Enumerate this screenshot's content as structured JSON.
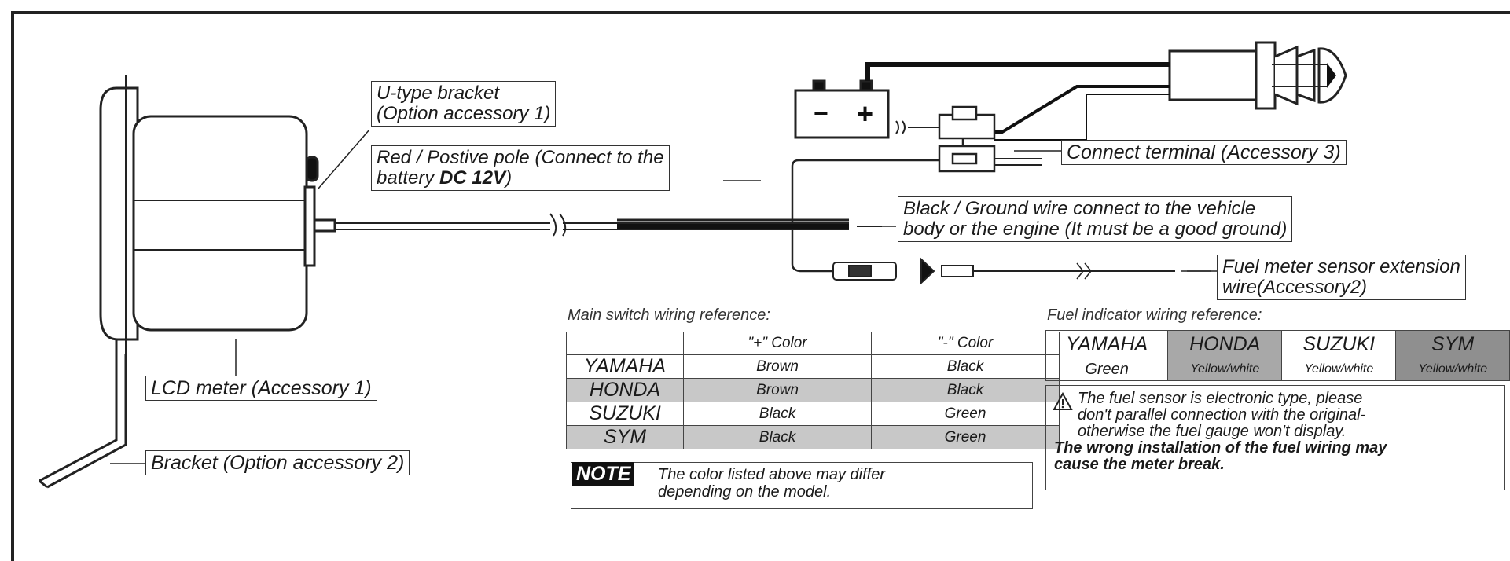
{
  "labels": {
    "u_bracket": [
      "U-type bracket",
      "(Option accessory 1)"
    ],
    "red_pole_1": "Red / Postive pole (Connect to the",
    "red_pole_2a": "battery ",
    "red_pole_2b": "DC 12V",
    "red_pole_2c": ")",
    "connect_terminal": "Connect terminal (Accessory 3)",
    "ground_1": "Black / Ground wire connect to the vehicle",
    "ground_2": "body or the engine (It must be a good ground)",
    "fuel_ext_1": "Fuel meter sensor extension",
    "fuel_ext_2": "wire(Accessory2)",
    "lcd_meter": "LCD meter (Accessory 1)",
    "bracket": "Bracket (Option accessory 2)",
    "battery_minus": "−",
    "battery_plus": "+"
  },
  "main_switch": {
    "title": "Main switch wiring reference:",
    "headers": [
      "",
      "\"+\" Color",
      "\"-\" Color"
    ],
    "rows": [
      {
        "brand": "YAMAHA",
        "plus": "Brown",
        "minus": "Black"
      },
      {
        "brand": "HONDA",
        "plus": "Brown",
        "minus": "Black"
      },
      {
        "brand": "SUZUKI",
        "plus": "Black",
        "minus": "Green"
      },
      {
        "brand": "SYM",
        "plus": "Black",
        "minus": "Green"
      }
    ]
  },
  "note": {
    "tag": "NOTE",
    "text_1": "The color listed above may differ",
    "text_2": "depending on the model."
  },
  "fuel_indicator": {
    "title": "Fuel indicator wiring reference:",
    "brands": [
      "YAMAHA",
      "HONDA",
      "SUZUKI",
      "SYM"
    ],
    "colors": [
      "Green",
      "Yellow/white",
      "Yellow/white",
      "Yellow/white"
    ]
  },
  "warning": {
    "icon": "warning-triangle-icon",
    "line_1": "The fuel sensor is electronic type, please",
    "line_2": "don't parallel connection with the original-",
    "line_3": "otherwise the fuel gauge won't display.",
    "bold_1": "The wrong installation of the fuel wiring may",
    "bold_2": "cause the meter break."
  },
  "colors": {
    "ink": "#1a1a1a",
    "shade_light": "#c8c8c8",
    "shade_dark": "#8f8f8f"
  }
}
